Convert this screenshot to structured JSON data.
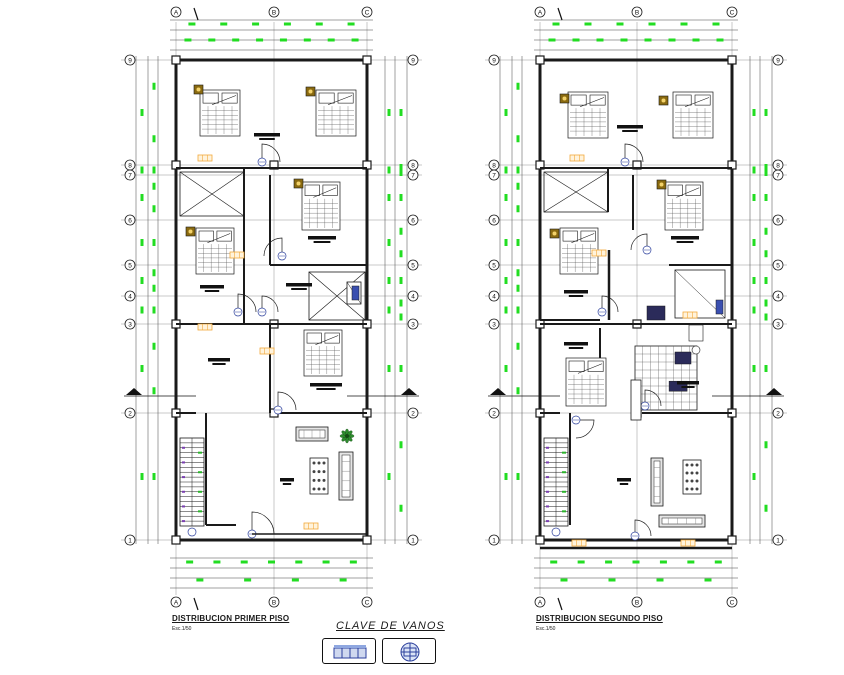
{
  "plans": [
    {
      "id": "primer-piso",
      "title": "DISTRIBUCION PRIMER PISO",
      "scale": "Esc.1/50"
    },
    {
      "id": "segundo-piso",
      "title": "DISTRIBUCION SEGUNDO PISO",
      "scale": "Esc.1/50"
    }
  ],
  "grid_columns": [
    "A",
    "B",
    "C"
  ],
  "grid_rows": [
    "9",
    "8",
    "7",
    "6",
    "5",
    "4",
    "3",
    "2",
    "1"
  ],
  "legend": {
    "title": "CLAVE DE VANOS",
    "items": [
      "window-key-icon",
      "door-key-icon"
    ]
  },
  "colors": {
    "line": "#1a1a1a",
    "dimension": "#22dd22",
    "furniture_accent": "#8a6a10",
    "window_mark": "#f2a93b",
    "stair_mark": "#7a3fb0"
  }
}
